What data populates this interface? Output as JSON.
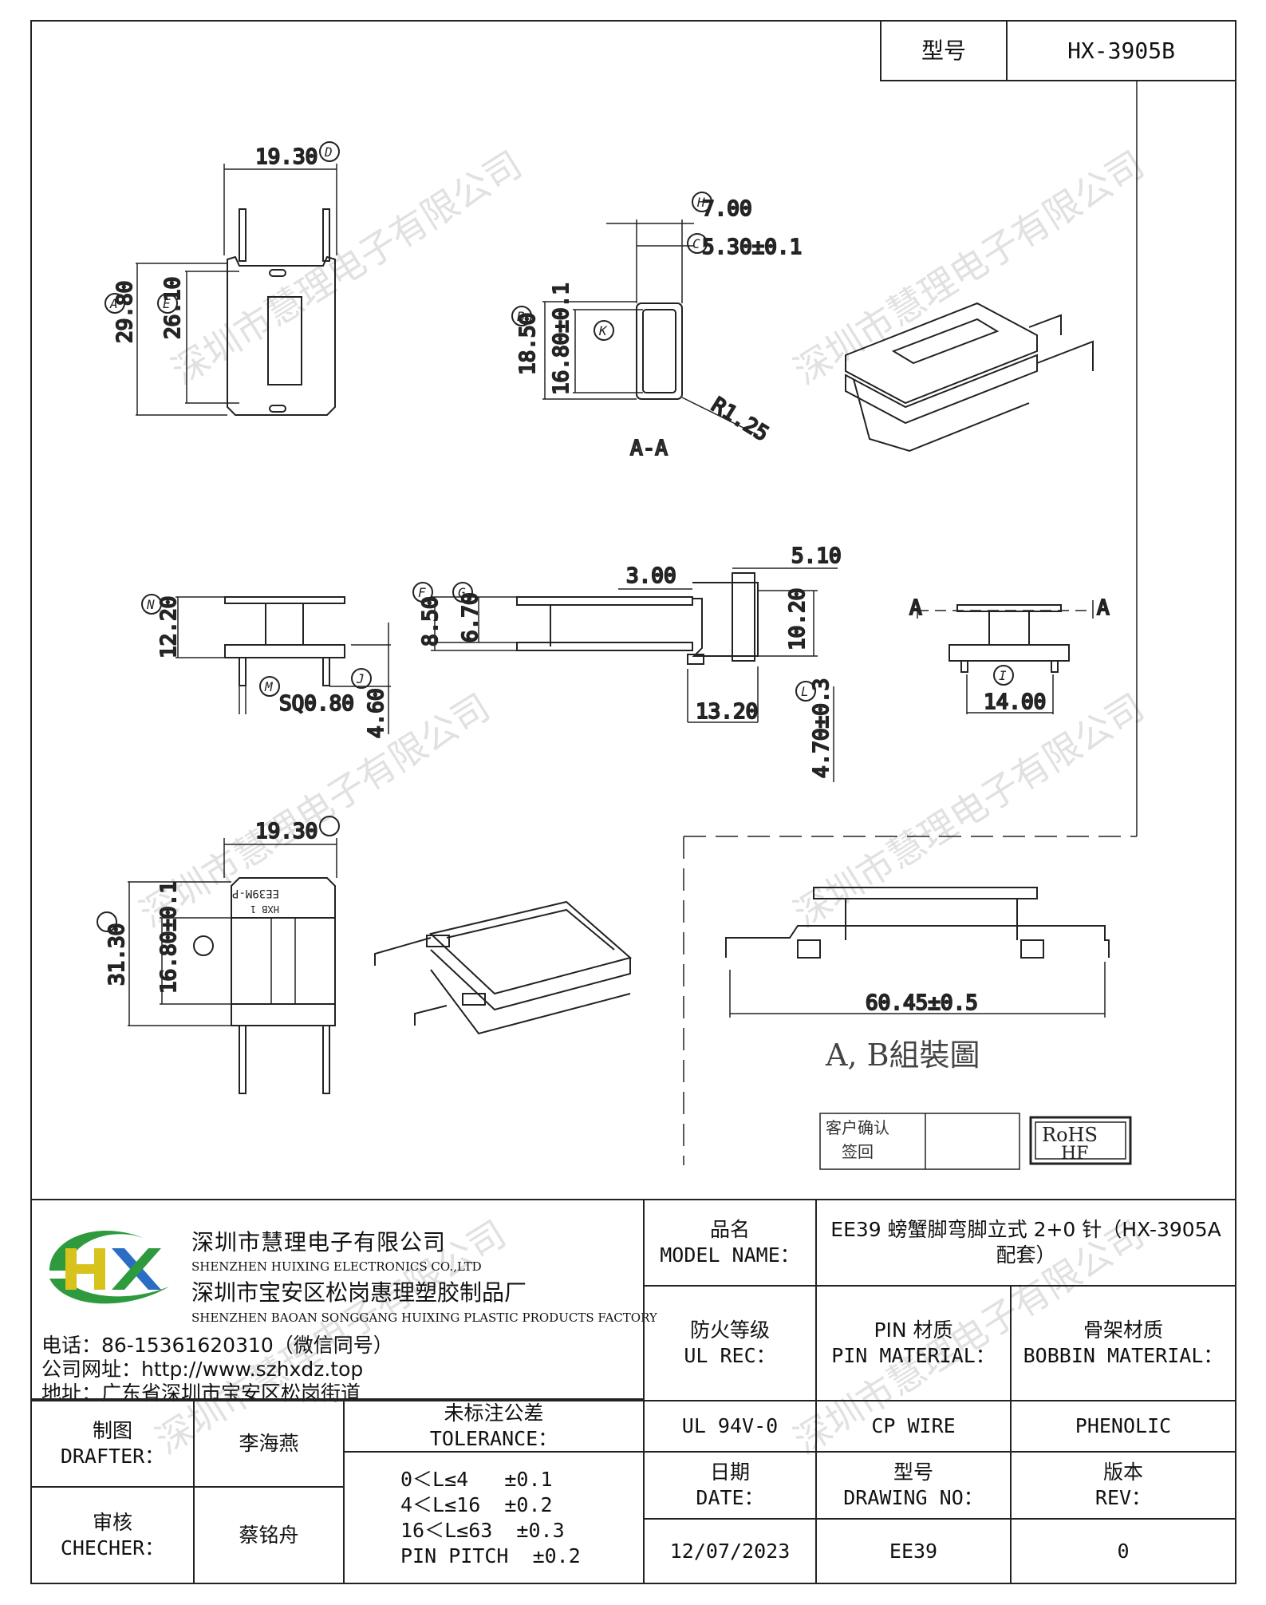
{
  "model_box": {
    "label": "型号",
    "value": "HX-3905B"
  },
  "dimensions": {
    "top_width": "19.30",
    "top_height_outer": "29.80",
    "top_height_inner": "26.10",
    "sec_w1": "7.00",
    "sec_w2": "5.30±0.1",
    "sec_h1": "18.50",
    "sec_h2": "16.80±0.1",
    "sec_radius": "R1.25",
    "section_label": "A-A",
    "side_h": "12.20",
    "side_sq": "SQ0.80",
    "side_pin": "4.60",
    "mid_h1": "8.50",
    "mid_h2": "6.70",
    "mid_w1": "3.00",
    "mid_w2": "5.10",
    "mid_h3": "10.20",
    "mid_w3": "13.20",
    "mid_pin": "4.70±0.3",
    "end_w": "14.00",
    "end_a1": "A",
    "end_a2": "A",
    "bot_width": "19.30",
    "bot_h_outer": "31.30",
    "bot_h_inner": "16.80±0.1",
    "bot_text1": "EE39M-P",
    "bot_text2": "HXB 1",
    "assy_len": "60.45±0.5",
    "assy_title": "A, B組裝圖"
  },
  "circle_marks": [
    "D",
    "H",
    "C",
    "A",
    "E",
    "B",
    "K",
    "N",
    "M",
    "J",
    "F",
    "G",
    "L",
    "I"
  ],
  "customer_box": {
    "line1": "客户确认",
    "line2": "签回"
  },
  "rohs": {
    "line1": "RoHS",
    "line2": "HF"
  },
  "company": {
    "name_cn": "深圳市慧理电子有限公司",
    "name_en": "SHENZHEN HUIXING ELECTRONICS CO.,LTD",
    "factory_cn": "深圳市宝安区松岗惠理塑胶制品厂",
    "factory_en": "SHENZHEN BAOAN SONGGANG HUIXING PLASTIC PRODUCTS FACTORY",
    "phone": "电话：86-15361620310（微信同号）",
    "website": "公司网址：http://www.szhxdz.top",
    "address": "地址：广东省深圳市宝安区松岗街道",
    "logo_text": "HX",
    "logo_colors": {
      "green": "#2e9a3e",
      "yellow": "#d8c21c",
      "blue": "#2b6cc4"
    }
  },
  "title_block": {
    "model_name_label_cn": "品名",
    "model_name_label_en": "MODEL NAME：",
    "model_name_value": "EE39 螃蟹脚弯脚立式 2+0 针（HX-3905A 配套）",
    "fire_label_cn": "防火等级",
    "fire_label_en": "UL REC：",
    "fire_value": "UL 94V-0",
    "pin_label_cn": "PIN 材质",
    "pin_label_en": "PIN MATERIAL：",
    "pin_value": "CP WIRE",
    "bobbin_label_cn": "骨架材质",
    "bobbin_label_en": "BOBBIN MATERIAL：",
    "bobbin_value": "PHENOLIC",
    "drafter_label_cn": "制图",
    "drafter_label_en": "DRAFTER：",
    "drafter_value": "李海燕",
    "checker_label_cn": "审核",
    "checker_label_en": "CHECHER：",
    "checker_value": "蔡铭舟",
    "tolerance_label_cn": "未标注公差",
    "tolerance_label_en": "TOLERANCE：",
    "tolerances": [
      "0＜L≤4   ±0.1",
      "4＜L≤16  ±0.2",
      "16＜L≤63  ±0.3",
      "PIN PITCH  ±0.2"
    ],
    "date_label_cn": "日期",
    "date_label_en": "DATE：",
    "date_value": "12/07/2023",
    "drawing_label_cn": "型号",
    "drawing_label_en": "DRAWING NO：",
    "drawing_value": "EE39",
    "rev_label_cn": "版本",
    "rev_label_en": "REV：",
    "rev_value": "0"
  },
  "watermark": "深圳市慧理电子有限公司"
}
